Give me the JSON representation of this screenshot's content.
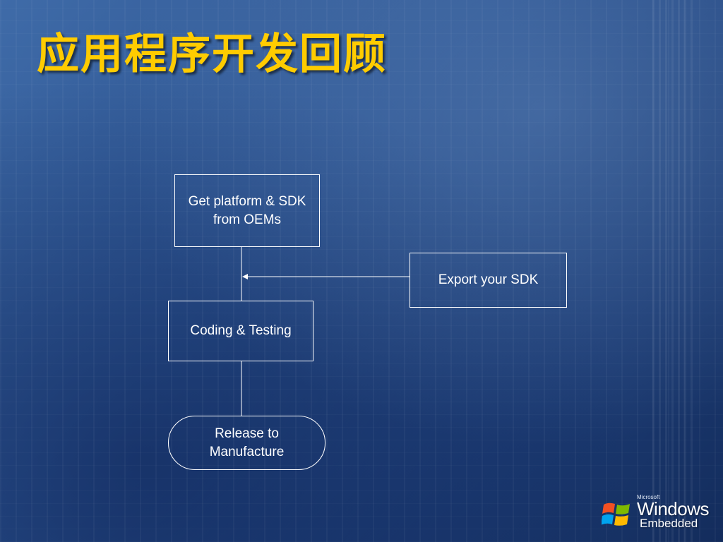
{
  "slide": {
    "title": "应用程序开发回顾"
  },
  "flow": {
    "platform": {
      "line1": "Get platform & SDK",
      "line2": "from OEMs"
    },
    "export": {
      "label": "Export your SDK"
    },
    "coding": {
      "label": "Coding & Testing"
    },
    "release": {
      "line1": "Release to",
      "line2": "Manufacture"
    }
  },
  "logo": {
    "small": "Microsoft",
    "main": "Windows",
    "sub": "Embedded",
    "icon": "windows-flag-icon"
  },
  "colors": {
    "title": "#ffcc00",
    "background": "#2c5390",
    "line": "#ffffff"
  }
}
